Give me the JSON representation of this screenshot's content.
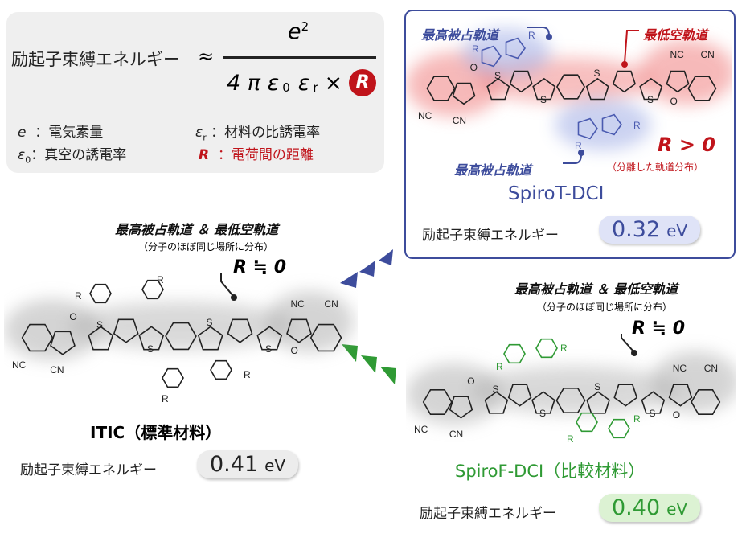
{
  "formula": {
    "lhs": "励起子束縛エネルギー",
    "approx": "≈",
    "numerator": "e",
    "numerator_exp": "2",
    "denominator": "4 π ε",
    "eps0_sub": "0",
    "eps_r": "ε",
    "epsr_sub": "r",
    "times": "×",
    "R": "R",
    "legend": [
      {
        "sym": "e",
        "sub": "",
        "text": "：電気素量"
      },
      {
        "sym": "ε",
        "sub": "0",
        "text": "：真空の誘電率"
      },
      {
        "sym": "ε",
        "sub": "r",
        "text": "：材料の比誘電率"
      },
      {
        "sym": "R",
        "sub": "",
        "text": "：電荷間の距離"
      }
    ]
  },
  "spirot": {
    "homo_label_top": "最高被占軌道",
    "homo_label_bottom": "最高被占軌道",
    "lumo_label": "最低空軌道",
    "r_value": "R > 0",
    "r_note": "（分離した軌道分布）",
    "name": "SpiroT-DCI",
    "energy_label": "励起子束縛エネルギー",
    "energy_value": "0.32",
    "energy_unit": "eV"
  },
  "itic": {
    "orbital_label": "最高被占軌道 ＆ 最低空軌道",
    "orbital_note": "（分子のほぼ同じ場所に分布）",
    "r_value": "R ≒ 0",
    "name": "ITIC（標準材料）",
    "energy_label": "励起子束縛エネルギー",
    "energy_value": "0.41",
    "energy_unit": "eV"
  },
  "spirof": {
    "orbital_label": "最高被占軌道 ＆ 最低空軌道",
    "orbital_note": "（分子のほぼ同じ場所に分布）",
    "r_value": "R ≒ 0",
    "name": "SpiroF-DCI（比較材料）",
    "energy_label": "励起子束縛エネルギー",
    "energy_value": "0.40",
    "energy_unit": "eV"
  },
  "atom_labels": {
    "S": "S",
    "O": "O",
    "NC": "NC",
    "CN": "CN",
    "R": "R"
  },
  "colors": {
    "blue": "#3d4c9c",
    "red": "#c0141b",
    "green": "#2f9a34",
    "gray_box": "#efefef",
    "blue_pill": "#dfe3f7",
    "green_pill": "#dcf2d3",
    "gray_pill": "#ececec"
  }
}
